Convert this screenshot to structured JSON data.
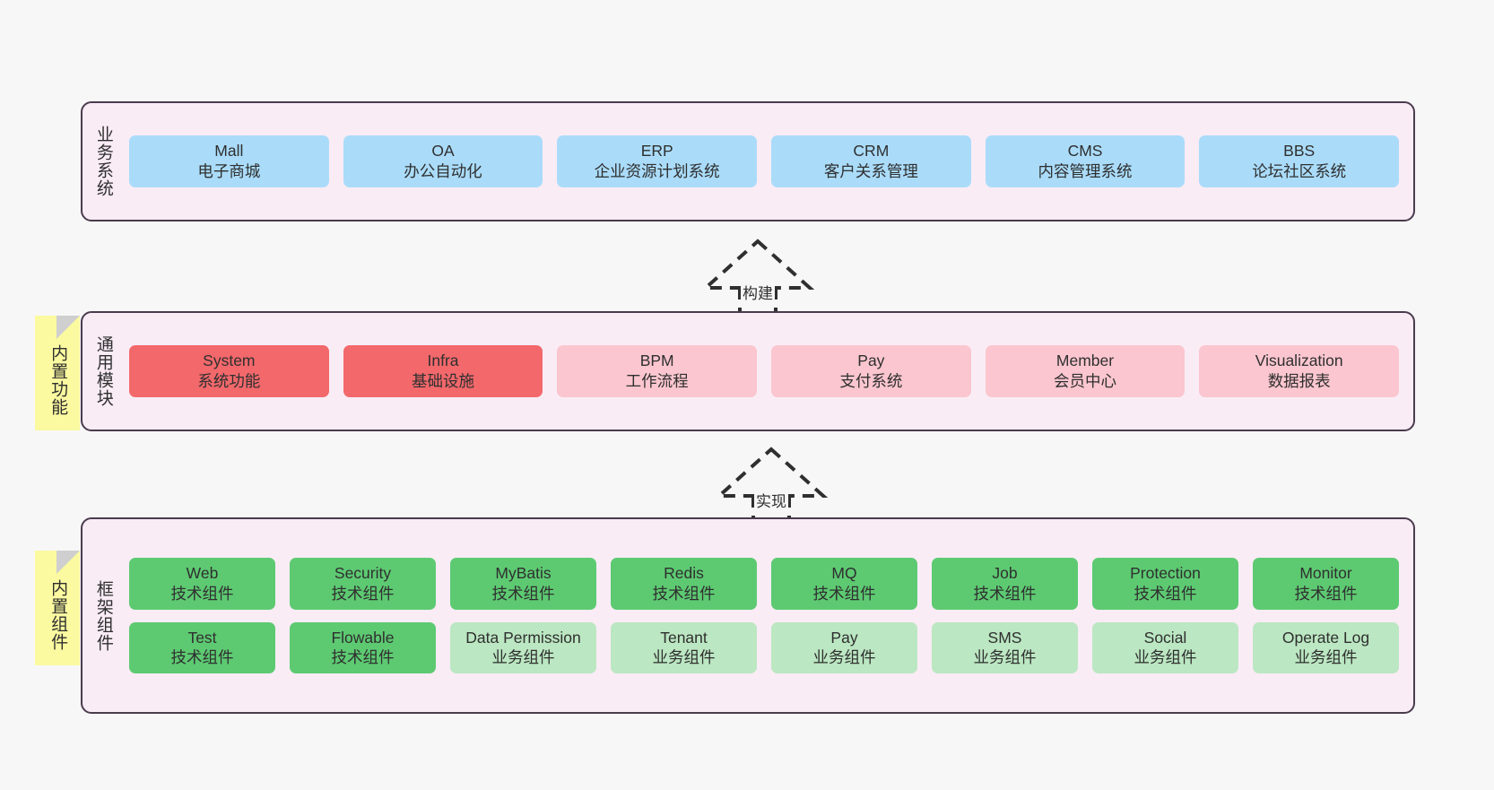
{
  "diagram": {
    "background_color": "#f7f7f7",
    "panel_fill": "#f9ecf5",
    "panel_border": "#4a3b4d",
    "note_fill": "#fbfaa0"
  },
  "layers": [
    {
      "id": "business-system",
      "title": "业务系统",
      "note": null,
      "rows": [
        {
          "cards": [
            {
              "en": "Mall",
              "cn": "电子商城",
              "color": "#aadcfa",
              "style": "c-blue"
            },
            {
              "en": "OA",
              "cn": "办公自动化",
              "color": "#aadcfa",
              "style": "c-blue"
            },
            {
              "en": "ERP",
              "cn": "企业资源计划系统",
              "color": "#aadcfa",
              "style": "c-blue"
            },
            {
              "en": "CRM",
              "cn": "客户关系管理",
              "color": "#aadcfa",
              "style": "c-blue"
            },
            {
              "en": "CMS",
              "cn": "内容管理系统",
              "color": "#aadcfa",
              "style": "c-blue"
            },
            {
              "en": "BBS",
              "cn": "论坛社区系统",
              "color": "#aadcfa",
              "style": "c-blue"
            }
          ]
        }
      ]
    },
    {
      "id": "common-module",
      "title": "通用模块",
      "note": "内置功能",
      "rows": [
        {
          "cards": [
            {
              "en": "System",
              "cn": "系统功能",
              "color": "#f2686b",
              "style": "c-red"
            },
            {
              "en": "Infra",
              "cn": "基础设施",
              "color": "#f2686b",
              "style": "c-red"
            },
            {
              "en": "BPM",
              "cn": "工作流程",
              "color": "#fbc6cf",
              "style": "c-pink"
            },
            {
              "en": "Pay",
              "cn": "支付系统",
              "color": "#fbc6cf",
              "style": "c-pink"
            },
            {
              "en": "Member",
              "cn": "会员中心",
              "color": "#fbc6cf",
              "style": "c-pink"
            },
            {
              "en": "Visualization",
              "cn": "数据报表",
              "color": "#fbc6cf",
              "style": "c-pink"
            }
          ]
        }
      ]
    },
    {
      "id": "framework-component",
      "title": "框架组件",
      "note": "内置组件",
      "rows": [
        {
          "cards": [
            {
              "en": "Web",
              "cn": "技术组件",
              "color": "#5dca72",
              "style": "c-green"
            },
            {
              "en": "Security",
              "cn": "技术组件",
              "color": "#5dca72",
              "style": "c-green"
            },
            {
              "en": "MyBatis",
              "cn": "技术组件",
              "color": "#5dca72",
              "style": "c-green"
            },
            {
              "en": "Redis",
              "cn": "技术组件",
              "color": "#5dca72",
              "style": "c-green"
            },
            {
              "en": "MQ",
              "cn": "技术组件",
              "color": "#5dca72",
              "style": "c-green"
            },
            {
              "en": "Job",
              "cn": "技术组件",
              "color": "#5dca72",
              "style": "c-green"
            },
            {
              "en": "Protection",
              "cn": "技术组件",
              "color": "#5dca72",
              "style": "c-green"
            },
            {
              "en": "Monitor",
              "cn": "技术组件",
              "color": "#5dca72",
              "style": "c-green"
            }
          ]
        },
        {
          "cards": [
            {
              "en": "Test",
              "cn": "技术组件",
              "color": "#5dca72",
              "style": "c-green"
            },
            {
              "en": "Flowable",
              "cn": "技术组件",
              "color": "#5dca72",
              "style": "c-green"
            },
            {
              "en": "Data Permission",
              "cn": "业务组件",
              "color": "#bbe7c2",
              "style": "c-lightgreen"
            },
            {
              "en": "Tenant",
              "cn": "业务组件",
              "color": "#bbe7c2",
              "style": "c-lightgreen"
            },
            {
              "en": "Pay",
              "cn": "业务组件",
              "color": "#bbe7c2",
              "style": "c-lightgreen"
            },
            {
              "en": "SMS",
              "cn": "业务组件",
              "color": "#bbe7c2",
              "style": "c-lightgreen"
            },
            {
              "en": "Social",
              "cn": "业务组件",
              "color": "#bbe7c2",
              "style": "c-lightgreen"
            },
            {
              "en": "Operate Log",
              "cn": "业务组件",
              "color": "#bbe7c2",
              "style": "c-lightgreen"
            }
          ]
        }
      ]
    }
  ],
  "arrows": [
    {
      "id": "arrow-build",
      "label": "构建"
    },
    {
      "id": "arrow-implement",
      "label": "实现"
    }
  ]
}
